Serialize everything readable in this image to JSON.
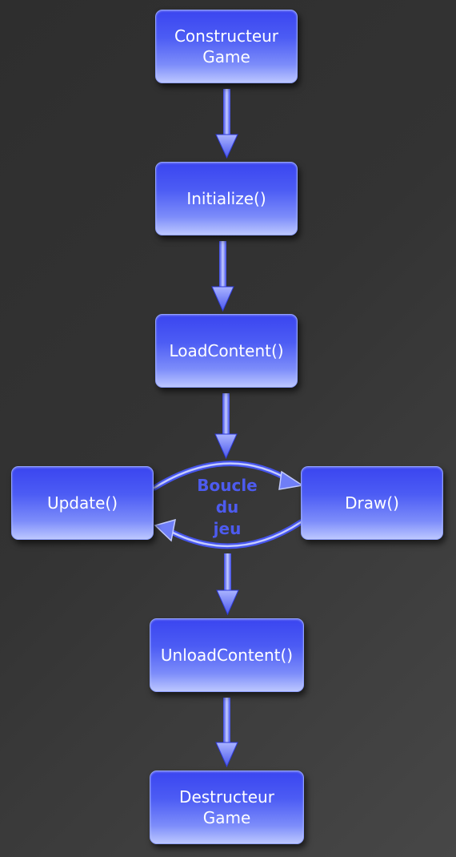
{
  "nodes": {
    "constructor": "Constructeur\nGame",
    "initialize": "Initialize()",
    "load_content": "LoadContent()",
    "update": "Update()",
    "draw": "Draw()",
    "unload_content": "UnloadContent()",
    "destructor": "Destructeur\nGame"
  },
  "loop_label": "Boucle\ndu\njeu",
  "colors": {
    "box_top": "#3a45f0",
    "box_bottom": "#bcc7ff",
    "arrow": "#5566f2",
    "loop_text": "#4d5bef",
    "background": "#333333"
  }
}
